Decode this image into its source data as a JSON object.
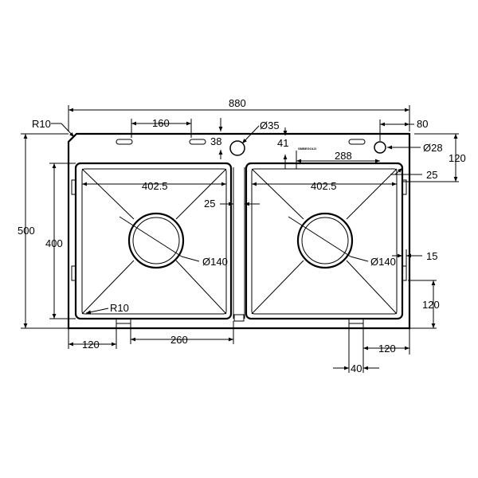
{
  "drawing": {
    "colors": {
      "line": "#000000",
      "background": "#ffffff"
    },
    "dimensions": {
      "overall_width": "880",
      "overall_height": "500",
      "corner_radius_top": "R10",
      "corner_radius_bowl": "R10",
      "tap_hole_spacing": "160",
      "tap_hole_offset": "38",
      "drain_hole_dia": "Ø35",
      "drain_hole_offset": "41",
      "right_edge_offset": "80",
      "right_hole_dia": "Ø28",
      "right_hole_distance": "288",
      "right_hole_height": "120",
      "bowl_width_left": "402.5",
      "bowl_width_right": "402.5",
      "divider_width": "25",
      "bowl_edge_right": "25",
      "bowl_height": "400",
      "waste_dia_left": "Ø140",
      "waste_dia_right": "Ø140",
      "clip_width": "15",
      "clip_height": "120",
      "bottom_left_offset": "120",
      "bottom_span": "260",
      "bottom_right_width": "40",
      "bottom_right_offset": "120"
    },
    "micro_label": "SMBEGOLD"
  }
}
